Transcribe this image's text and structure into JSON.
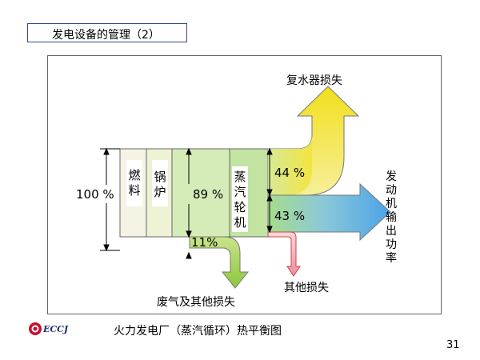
{
  "header": {
    "title": "发电设备的管理（2）"
  },
  "diagram": {
    "input_percent": "100 %",
    "fuel_label": "燃料",
    "boiler_label": "锅炉",
    "boiler_percent": "89 %",
    "turbine_label": "蒸汽轮机",
    "condenser_percent": "44 %",
    "output_percent": "43 %",
    "exhaust_percent": "11%",
    "condenser_loss_label": "复水器损失",
    "output_label": "发动机输出功率",
    "other_loss_label": "其他损失",
    "exhaust_loss_label": "废气及其他损失",
    "values": {
      "input": 100,
      "boiler": 89,
      "condenser": 44,
      "output": 43,
      "exhaust": 11
    }
  },
  "footer": {
    "logo_text": "ECCJ",
    "caption": "火力发电厂（蒸汽循环）热平衡图",
    "page_number": "31"
  },
  "colors": {
    "yellow": "#f3e63a",
    "green": "#9fd14a",
    "blue": "#5fb0e8",
    "pink": "#ef9aa6",
    "frame": "#2f4a8a"
  }
}
